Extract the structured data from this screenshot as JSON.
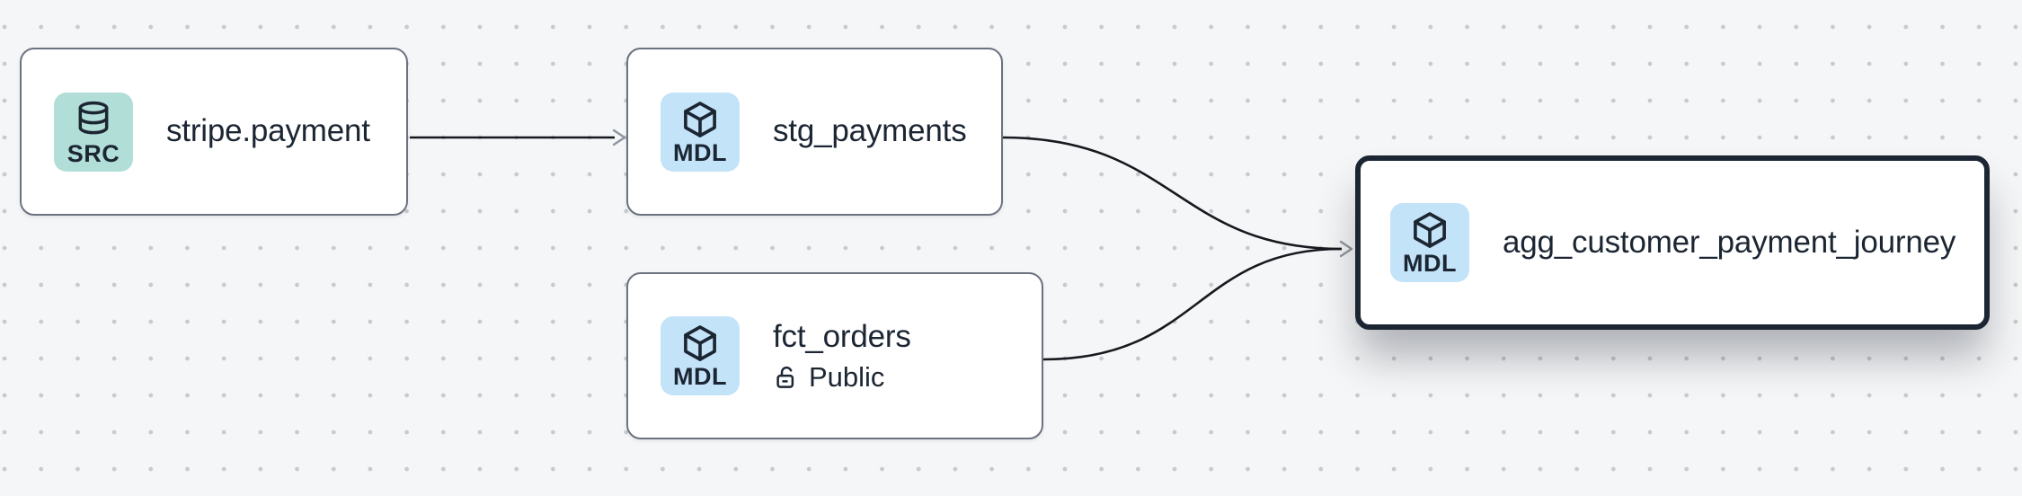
{
  "canvas": {
    "background": "#f5f6f7",
    "dot_color": "#c7cace"
  },
  "colors": {
    "node_bg": "#ffffff",
    "node_border": "#6b7280",
    "selected_border": "#1c2633",
    "text": "#1c2633",
    "edge": "#17191f",
    "arrow": "#8e959e",
    "badge_src_bg": "#b2ded8",
    "badge_mdl_bg": "#c3e3f9"
  },
  "nodes": [
    {
      "badge": "SRC",
      "icon": "database-icon",
      "title": "stripe.payment",
      "selected": false
    },
    {
      "badge": "MDL",
      "icon": "cube-icon",
      "title": "stg_payments",
      "selected": false
    },
    {
      "badge": "MDL",
      "icon": "cube-icon",
      "title": "fct_orders",
      "access_label": "Public",
      "selected": false
    },
    {
      "badge": "MDL",
      "icon": "cube-icon",
      "title": "agg_customer_payment_journey",
      "selected": true
    }
  ],
  "edges": [
    {
      "from": "stripe.payment",
      "to": "stg_payments"
    },
    {
      "from": "stg_payments",
      "to": "agg_customer_payment_journey"
    },
    {
      "from": "fct_orders",
      "to": "agg_customer_payment_journey"
    }
  ]
}
